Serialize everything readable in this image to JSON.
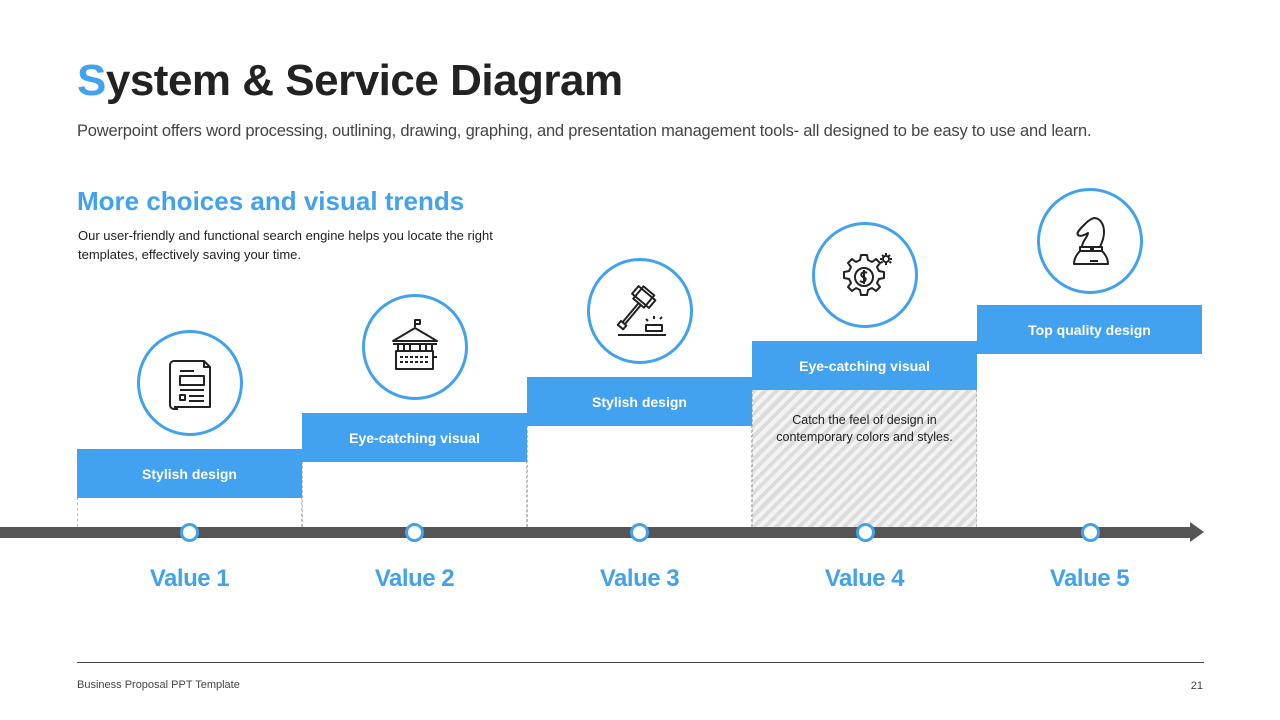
{
  "header": {
    "title_accent": "S",
    "title_rest": "ystem & Service Diagram",
    "subtitle": "Powerpoint offers word processing, outlining, drawing, graphing, and presentation management tools- all designed to be easy to use and learn."
  },
  "intro": {
    "heading": "More choices and visual trends",
    "body": "Our user-friendly and functional search engine helps you locate the right templates, effectively saving your time."
  },
  "steps": [
    {
      "label": "Stylish design",
      "value": "Value 1",
      "icon": "newspaper-icon",
      "description": ""
    },
    {
      "label": "Eye-catching visual",
      "value": "Value 2",
      "icon": "museum-keyboard-icon",
      "description": ""
    },
    {
      "label": "Stylish design",
      "value": "Value 3",
      "icon": "gavel-icon",
      "description": ""
    },
    {
      "label": "Eye-catching visual",
      "value": "Value 4",
      "icon": "gear-dollar-icon",
      "description": "Catch the feel of design in contemporary colors and styles."
    },
    {
      "label": "Top quality design",
      "value": "Value 5",
      "icon": "chess-knight-icon",
      "description": ""
    }
  ],
  "colors": {
    "accent": "#42a2f0",
    "axis": "#555555",
    "text": "#222222"
  },
  "footer": {
    "text": "Business Proposal PPT Template",
    "page_number": "21"
  }
}
